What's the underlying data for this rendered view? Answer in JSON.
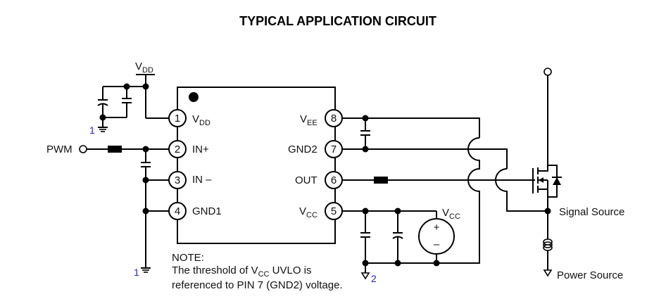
{
  "title": "TYPICAL APPLICATION CIRCUIT",
  "supply_top": {
    "main": "V",
    "sub": "DD"
  },
  "input_label": "PWM",
  "ground_labels": {
    "primary": "1",
    "secondary": "2"
  },
  "pins": [
    {
      "num": "1",
      "main": "V",
      "sub": "DD",
      "side": "left"
    },
    {
      "num": "2",
      "main": "IN+",
      "sub": "",
      "side": "left"
    },
    {
      "num": "3",
      "main": "IN –",
      "sub": "",
      "side": "left"
    },
    {
      "num": "4",
      "main": "GND1",
      "sub": "",
      "side": "left"
    },
    {
      "num": "8",
      "main": "V",
      "sub": "EE",
      "side": "right"
    },
    {
      "num": "7",
      "main": "GND2",
      "sub": "",
      "side": "right"
    },
    {
      "num": "6",
      "main": "OUT",
      "sub": "",
      "side": "right"
    },
    {
      "num": "5",
      "main": "V",
      "sub": "CC",
      "side": "right"
    }
  ],
  "vcc_source": {
    "main": "V",
    "sub": "CC",
    "plus": "+",
    "minus": "–"
  },
  "note": {
    "heading": "NOTE:",
    "line1_pre": "The threshold of V",
    "line1_sub": "CC",
    "line1_post": " UVLO is",
    "line2": "referenced to PIN 7 (GND2) voltage."
  },
  "labels": {
    "signal_source": "Signal Source",
    "power_source": "Power Source"
  }
}
